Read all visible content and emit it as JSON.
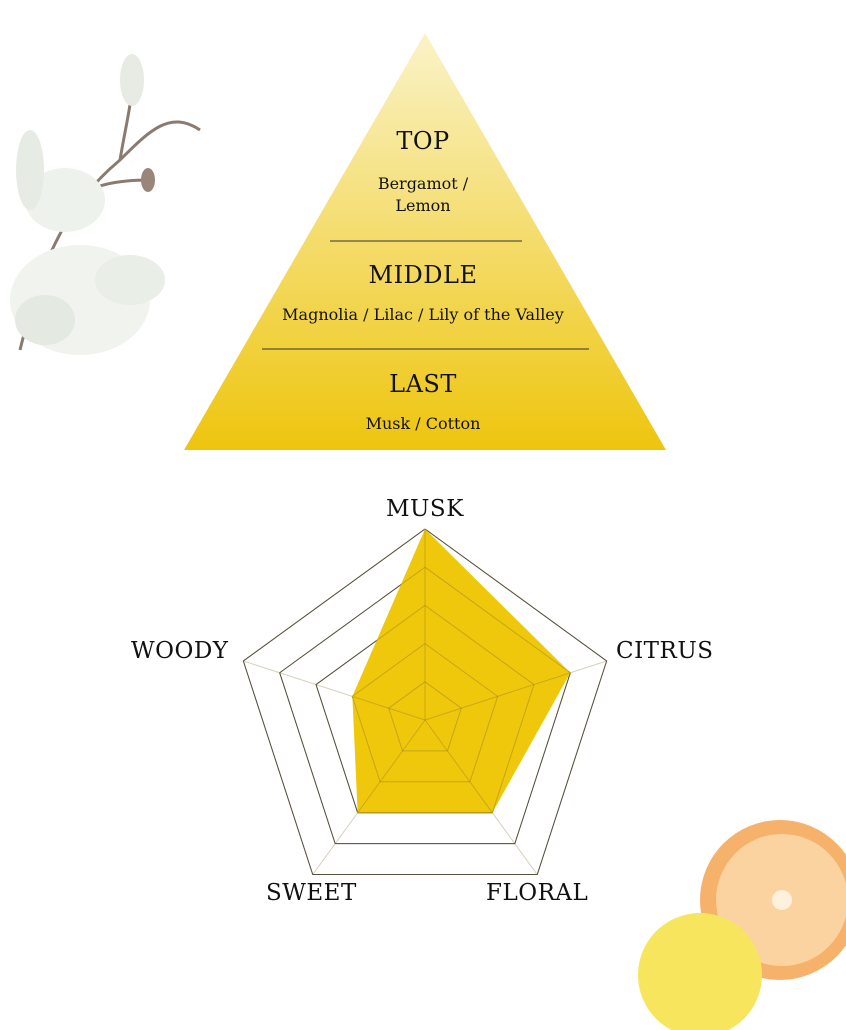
{
  "pyramid": {
    "levels": [
      {
        "title": "TOP",
        "notes_line1": "Bergamot /",
        "notes_line2": "Lemon"
      },
      {
        "title": "MIDDLE",
        "notes": "Magnolia / Lilac / Lily of the Valley"
      },
      {
        "title": "LAST",
        "notes": "Musk / Cotton"
      }
    ],
    "colors": {
      "top": "#F8EDB0",
      "bottom": "#EEC50E"
    }
  },
  "chart_data": {
    "type": "radar",
    "categories": [
      "MUSK",
      "CITRUS",
      "FLORAL",
      "SWEET",
      "WOODY"
    ],
    "values": [
      5,
      4,
      3,
      3,
      2
    ],
    "range": [
      0,
      5
    ],
    "levels": 5,
    "fill_color": "#EFC80C"
  }
}
